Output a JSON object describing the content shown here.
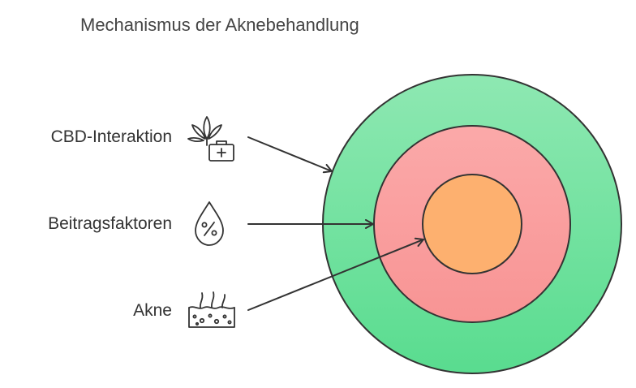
{
  "title": "Mechanismus der Aknebehandlung",
  "layers": [
    {
      "label": "CBD-Interaktion",
      "icon": "cannabis-medical-kit-icon",
      "color": "#66df95"
    },
    {
      "label": "Beitragsfaktoren",
      "icon": "percent-drop-icon",
      "color": "#f99a9a"
    },
    {
      "label": "Akne",
      "icon": "skin-pores-icon",
      "color": "#fdb06f"
    }
  ],
  "colors": {
    "outline": "#333333",
    "outer_gradient_top": "#8ee8b2",
    "outer_gradient_bottom": "#59dc8f",
    "middle_gradient_top": "#fba9a9",
    "middle_gradient_bottom": "#f89494",
    "core": "#fdb06f"
  }
}
